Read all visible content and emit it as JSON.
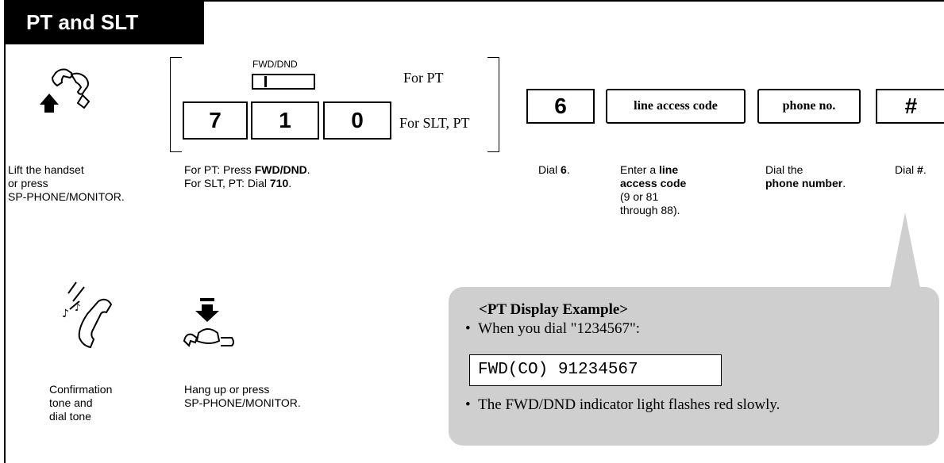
{
  "section_tab": "PT and SLT",
  "steps": {
    "lift": {
      "icon": "lift-handset-icon",
      "caption_lines": [
        "Lift the handset",
        "or press",
        "SP-PHONE/MONITOR."
      ]
    },
    "fwd": {
      "fwd_label": "FWD/DND",
      "label_pt": "For PT",
      "label_slt": "For SLT, PT",
      "keys": [
        "7",
        "1",
        "0"
      ],
      "caption": {
        "l1_pre": "For PT: Press ",
        "l1_bold": "FWD/DND",
        "l1_post": ".",
        "l2_pre": "For SLT, PT: Dial ",
        "l2_bold": "710",
        "l2_post": "."
      }
    },
    "dial6": {
      "key": "6",
      "caption_pre": "Dial ",
      "caption_bold": "6",
      "caption_post": "."
    },
    "access": {
      "key": "line access code",
      "caption": {
        "l1_pre": "Enter a ",
        "l1_bold": "line",
        "l2_bold": "access code",
        "l3": "(9 or 81",
        "l4": "through 88)."
      }
    },
    "phone": {
      "key": "phone no.",
      "caption": {
        "l1": "Dial the",
        "l2_bold": "phone number",
        "l2_post": "."
      }
    },
    "hash": {
      "key": "#",
      "caption_pre": "Dial ",
      "caption_bold": "#",
      "caption_post": "."
    },
    "confirm": {
      "icon": "confirmation-tone-icon",
      "caption_lines": [
        "Confirmation",
        "tone and",
        "dial tone"
      ]
    },
    "hangup": {
      "icon": "hang-up-icon",
      "caption_lines": [
        "Hang up or press",
        "SP-PHONE/MONITOR."
      ]
    }
  },
  "display_example": {
    "title": "<PT Display Example>",
    "bullet1": "When you dial \"1234567\":",
    "display_text": "FWD(CO) 91234567",
    "bullet2": "The FWD/DND indicator light flashes red slowly.",
    "bullet_char": "•"
  }
}
